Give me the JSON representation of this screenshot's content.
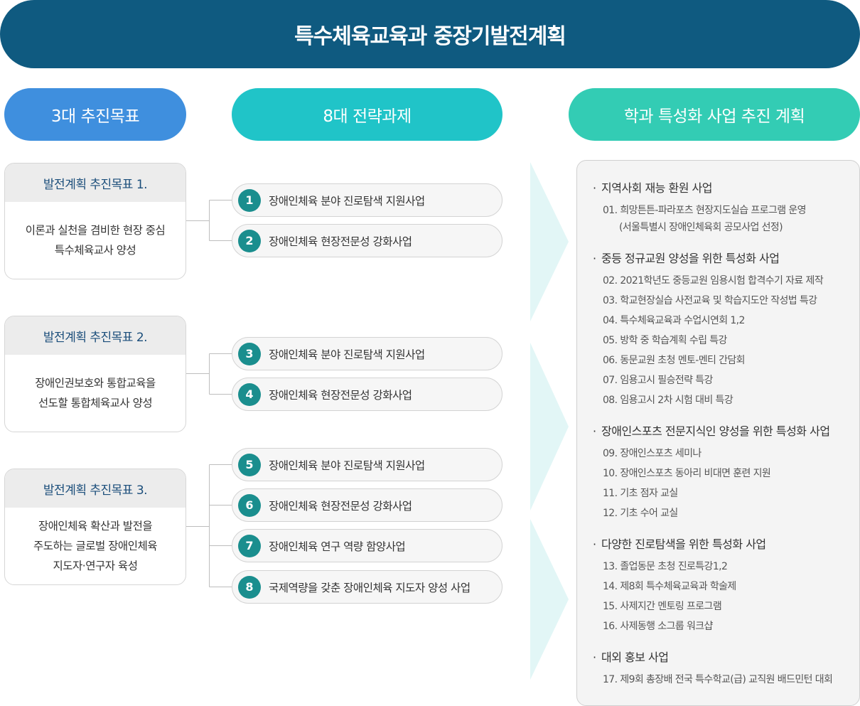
{
  "title": "특수체육교육과 중장기발전계획",
  "headers": {
    "goals": "3대 추진목표",
    "tasks": "8대 전략과제",
    "plan": "학과 특성화 사업 추진 계획"
  },
  "goals": [
    {
      "head": "발전계획 추진목표 1.",
      "line1": "이론과 실천을 겸비한 현장 중심",
      "line2": "특수체육교사 양성",
      "line3": ""
    },
    {
      "head": "발전계획 추진목표 2.",
      "line1": "장애인권보호와 통합교육을",
      "line2": "선도할 통합체육교사 양성",
      "line3": ""
    },
    {
      "head": "발전계획 추진목표 3.",
      "line1": "장애인체육 확산과 발전을",
      "line2": "주도하는 글로벌 장애인체육",
      "line3": "지도자·연구자 육성"
    }
  ],
  "tasks": [
    {
      "num": "1",
      "label": "장애인체육 분야 진로탐색 지원사업"
    },
    {
      "num": "2",
      "label": "장애인체육 현장전문성 강화사업"
    },
    {
      "num": "3",
      "label": "장애인체육 분야 진로탐색 지원사업"
    },
    {
      "num": "4",
      "label": "장애인체육 현장전문성 강화사업"
    },
    {
      "num": "5",
      "label": "장애인체육 분야 진로탐색 지원사업"
    },
    {
      "num": "6",
      "label": "장애인체육 현장전문성 강화사업"
    },
    {
      "num": "7",
      "label": "장애인체육 연구 역량 함양사업"
    },
    {
      "num": "8",
      "label": "국제역량을 갖춘 장애인체육 지도자 양성 사업"
    }
  ],
  "plan": {
    "bullet": "·",
    "sections": [
      {
        "title": "지역사회 재능 환원 사업",
        "items": [
          "01. 희망튼튼-파라포츠 현장지도실습 프로그램 운영",
          "(서울특별시 장애인체육회 공모사업 선정)"
        ]
      },
      {
        "title": "중등 정규교원 양성을 위한 특성화 사업",
        "items": [
          "02. 2021학년도 중등교원 임용시험 합격수기 자료 제작",
          "03. 학교현장실습 사전교육 및 학습지도안 작성법 특강",
          "04. 특수체육교육과 수업시연회 1,2",
          "05. 방학 중 학습계획 수립 특강",
          "06. 동문교원 초청 멘토-멘티 간담회",
          "07. 임용고시 필승전략 특강",
          "08. 임용고시 2차 시험 대비 특강"
        ]
      },
      {
        "title": "장애인스포츠 전문지식인 양성을 위한 특성화 사업",
        "items": [
          "09. 장애인스포츠 세미나",
          "10. 장애인스포츠 동아리 비대면 훈련 지원",
          "11. 기초 점자 교실",
          "12. 기초 수어 교실"
        ]
      },
      {
        "title": "다양한 진로탐색을 위한 특성화 사업",
        "items": [
          "13. 졸업동문 초청 진로특강1,2",
          "14. 제8회 특수체육교육과 학술제",
          "15. 사제지간 멘토링 프로그램",
          "16. 사제동행 소그룹 워크샵"
        ]
      },
      {
        "title": "대외 홍보 사업",
        "items": [
          "17. 제9회 총장배 전국 특수학교(급) 교직원 배드민턴 대회"
        ]
      }
    ]
  },
  "colors": {
    "title_bg": "#0f5a80",
    "goals_header": "#3f8fde",
    "tasks_header": "#20c4c8",
    "plan_header": "#33ccb4",
    "task_number": "#1a8e8e",
    "goal_head_text": "#1a4d7a",
    "arrow": "#e2f6f6"
  }
}
